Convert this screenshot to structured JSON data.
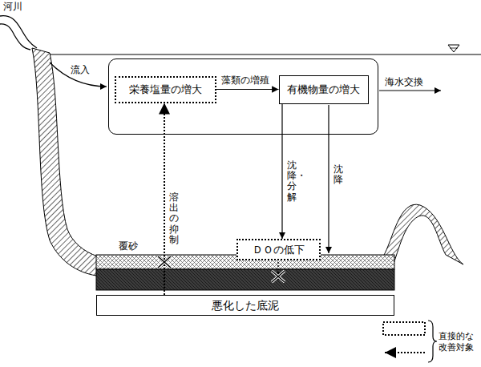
{
  "diagram": {
    "nodes": [
      {
        "text": []
      },
      {
        "text": [
          "栄養塩量の増大"
        ],
        "in": 0
      },
      {
        "text": [
          "有機物量の増大"
        ],
        "in": 0
      },
      {
        "text": [
          "ＤＯの低下"
        ]
      },
      {
        "text": [
          "悪化した底泥"
        ]
      }
    ],
    "edges": [
      {
        "from": 1,
        "to": 2,
        "arrow": "to",
        "label": "藻類の増殖"
      },
      {
        "from": 2,
        "to": 3,
        "arrow": "to",
        "label": "沈降・分解"
      },
      {
        "from": 4,
        "to": 1,
        "arrow": "to",
        "label": "溶出の抑制"
      }
    ],
    "labels": [
      "河川",
      "流入",
      "海水交換",
      "沈降",
      "覆砂"
    ],
    "legend": [
      {
        "text": "直接的な 改善対象"
      }
    ]
  }
}
